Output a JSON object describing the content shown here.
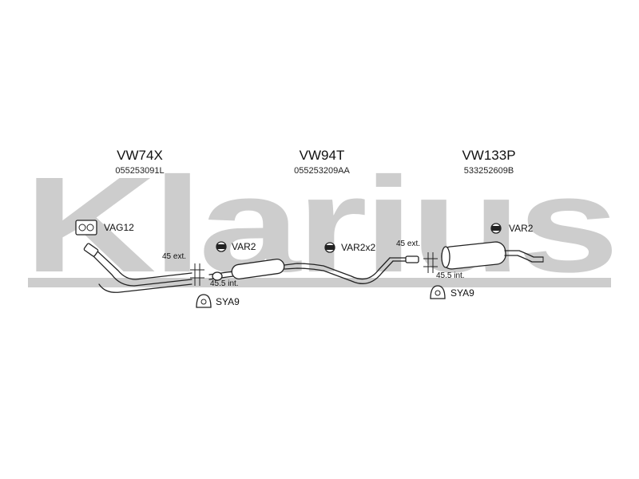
{
  "watermark": {
    "text": "Klarius",
    "color": "#cdcdcd"
  },
  "parts": [
    {
      "title": "VW74X",
      "number": "055253091L"
    },
    {
      "title": "VW94T",
      "number": "055253209AA"
    },
    {
      "title": "VW133P",
      "number": "533252609B"
    }
  ],
  "kits": {
    "gasket": "VAG12",
    "clamp1": "VAR2",
    "clamp2": "VAR2x2",
    "clamp3": "VAR2",
    "mount1": "SYA9",
    "mount2": "SYA9"
  },
  "dimensions": {
    "ext1": "45 ext.",
    "int1": "45.5 int.",
    "ext2": "45 ext.",
    "int2": "45.5 int."
  }
}
